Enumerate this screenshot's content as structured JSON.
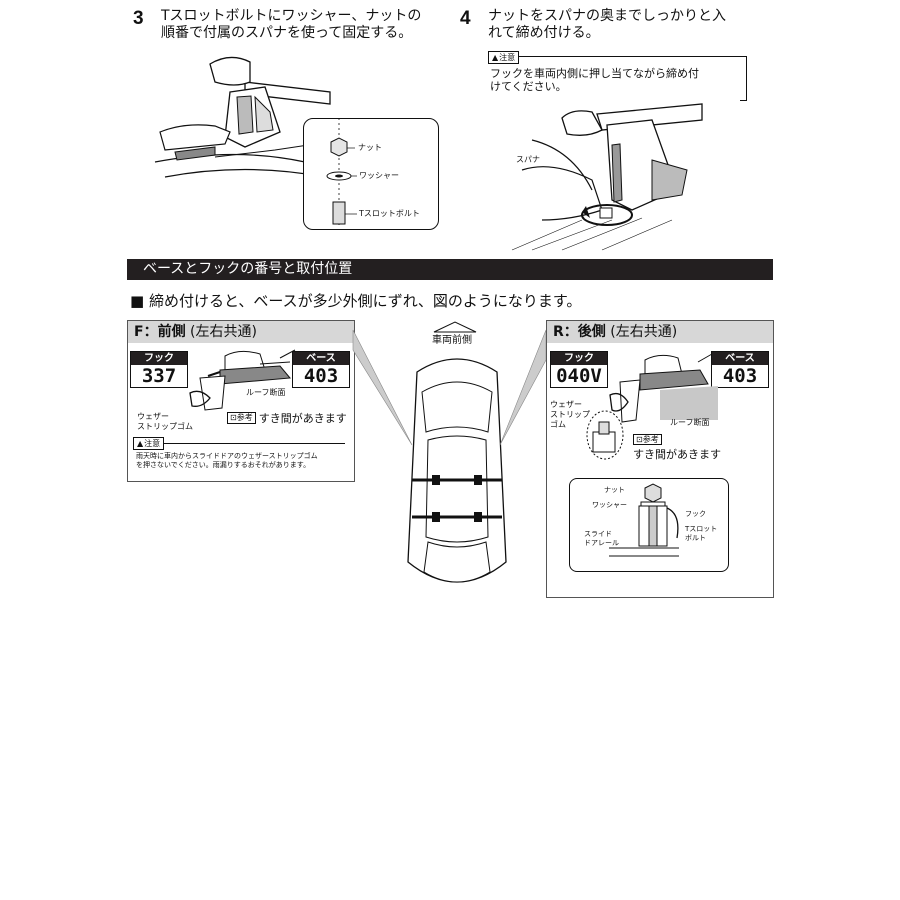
{
  "step3": {
    "number": "3",
    "text_line1": "Tスロットボルトにワッシャー、ナットの",
    "text_line2": "順番で付属のスパナを使って固定する。",
    "labels": {
      "nut": "ナット",
      "washer": "ワッシャー",
      "tbolt": "Tスロットボルト"
    }
  },
  "step4": {
    "number": "4",
    "text_line1": "ナットをスパナの奥までしっかりと入",
    "text_line2": "れて締め付ける。",
    "caution_label": "注意",
    "caution_line1": "フックを車両内側に押し当てながら締め付",
    "caution_line2": "けてください。",
    "spanner_label": "スパナ"
  },
  "section": {
    "title": "ベースとフックの番号と取付位置",
    "note": "■ 締め付けると、ベースが多少外側にずれ、図のようになります。"
  },
  "front_panel": {
    "title_bold": "F：前側",
    "title_rest": " (左右共通)",
    "hook_label": "フック",
    "hook_value": "337",
    "base_label": "ベース",
    "base_value": "403",
    "roof_section": "ルーフ断面",
    "weatherstrip_line1": "ウェザー",
    "weatherstrip_line2": "ストリップゴム",
    "ref_tag": "参考",
    "gap_text": "すき間があきます",
    "caution_label": "注意",
    "caution_line1": "雨天時に車内からスライドドアのウェザーストリップゴム",
    "caution_line2": "を押さないでください。雨漏りするおそれがあります。"
  },
  "car_diagram": {
    "front_label": "車両前側"
  },
  "rear_panel": {
    "title_bold": "R：後側",
    "title_rest": " (左右共通)",
    "hook_label": "フック",
    "hook_value": "040V",
    "base_label": "ベース",
    "base_value": "403",
    "weatherstrip_line1": "ウェザー",
    "weatherstrip_line2": "ストリップ",
    "weatherstrip_line3": "ゴム",
    "roof_section": "ルーフ断面",
    "ref_tag": "参考",
    "gap_text": "すき間があきます",
    "detail": {
      "nut": "ナット",
      "washer": "ワッシャー",
      "hook": "フック",
      "tbolt_line1": "Tスロット",
      "tbolt_line2": "ボルト",
      "rail_line1": "スライド",
      "rail_line2": "ドアレール"
    }
  }
}
